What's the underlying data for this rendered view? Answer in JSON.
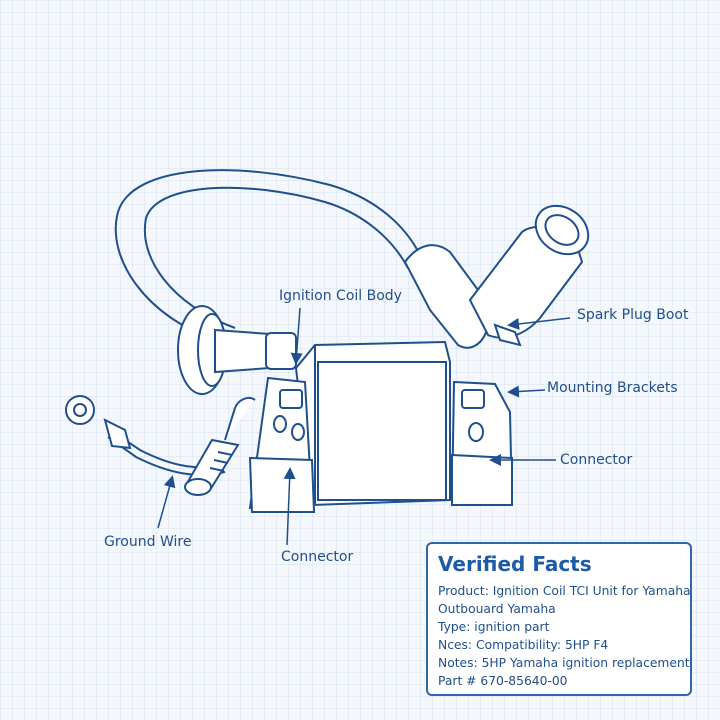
{
  "labels": {
    "coil_body": "Ignition Coil Body",
    "spark_plug_boot": "Spark Plug Boot",
    "mounting_brackets": "Mounting Brackets",
    "connector_right": "Connector",
    "ground_wire": "Ground Wire",
    "connector_bottom": "Connector"
  },
  "facts": {
    "title": "Verified Facts",
    "lines": [
      "Product: Ignition Coil TCI Unit for Yamaha",
      "Outbouard Yamaha",
      "Type:  ignition part",
      "Nces: Compatibility: 5HP F4",
      "Notes: 5HP Yamaha ignition replacement",
      "Part # 670-85640-00"
    ]
  },
  "colors": {
    "ink": "#1f4f8c",
    "accent": "#1d5aa8",
    "paper": "#f4f8fc"
  }
}
